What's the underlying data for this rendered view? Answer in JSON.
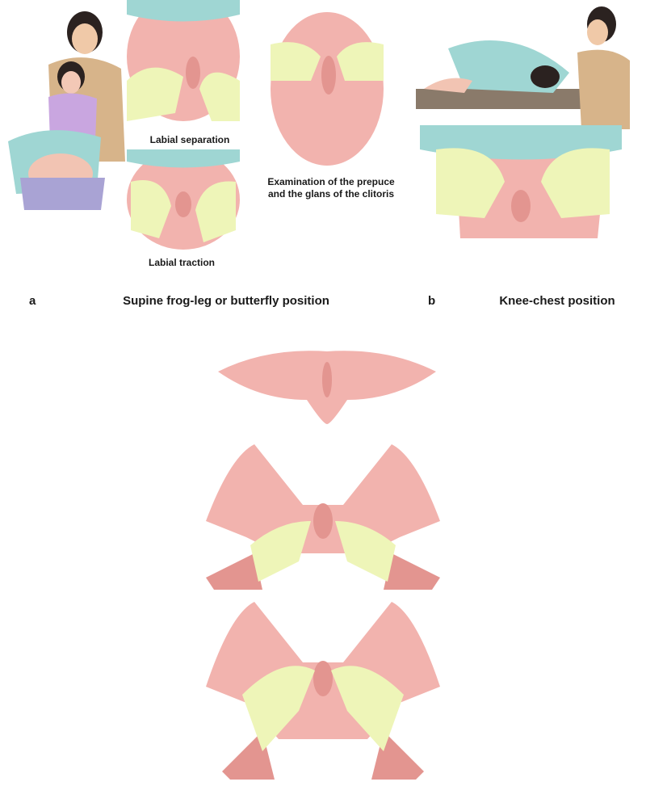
{
  "panel_a": {
    "letter": "a",
    "title": "Supine frog-leg or butterfly position",
    "labels": {
      "labial_separation": "Labial separation",
      "labial_traction": "Labial traction",
      "prepuce_line1": "Examination of the prepuce",
      "prepuce_line2": "and the glans of the clitoris"
    }
  },
  "panel_b": {
    "letter": "b",
    "title": "Knee-chest position"
  },
  "colors": {
    "skin": "#f2b3ae",
    "skin_dark": "#e39590",
    "glove": "#eef5b8",
    "drape": "#9fd6d3",
    "shirt": "#d7b48a",
    "gown": "#c9a6e0"
  }
}
